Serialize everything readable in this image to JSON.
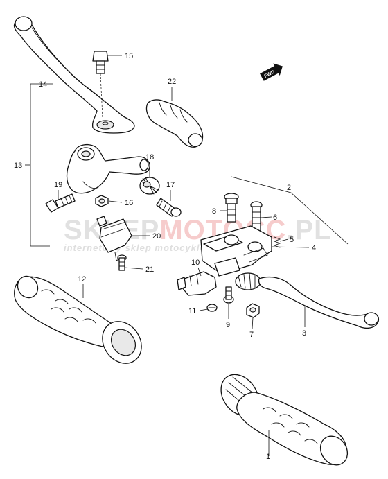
{
  "callouts": [
    {
      "id": "1",
      "label": "1"
    },
    {
      "id": "2",
      "label": "2"
    },
    {
      "id": "3",
      "label": "3"
    },
    {
      "id": "4",
      "label": "4"
    },
    {
      "id": "5",
      "label": "5"
    },
    {
      "id": "6",
      "label": "6"
    },
    {
      "id": "7",
      "label": "7"
    },
    {
      "id": "8",
      "label": "8"
    },
    {
      "id": "9",
      "label": "9"
    },
    {
      "id": "10",
      "label": "10"
    },
    {
      "id": "11",
      "label": "11"
    },
    {
      "id": "12",
      "label": "12"
    },
    {
      "id": "13",
      "label": "13"
    },
    {
      "id": "14",
      "label": "14"
    },
    {
      "id": "15",
      "label": "15"
    },
    {
      "id": "16",
      "label": "16"
    },
    {
      "id": "17",
      "label": "17"
    },
    {
      "id": "18",
      "label": "18"
    },
    {
      "id": "19",
      "label": "19"
    },
    {
      "id": "20",
      "label": "20"
    },
    {
      "id": "21",
      "label": "21"
    },
    {
      "id": "22",
      "label": "22"
    }
  ],
  "direction_marker": {
    "text": "FWD"
  },
  "watermark": {
    "brand_part1": "SKLEP",
    "brand_part2": "MOTOCC",
    "brand_part3": ".PL",
    "tagline": "internetowy sklep motocyklowy"
  },
  "colors": {
    "line": "#111111",
    "watermark_grey": "#c8c8c8",
    "watermark_red": "#f2b7b7"
  }
}
